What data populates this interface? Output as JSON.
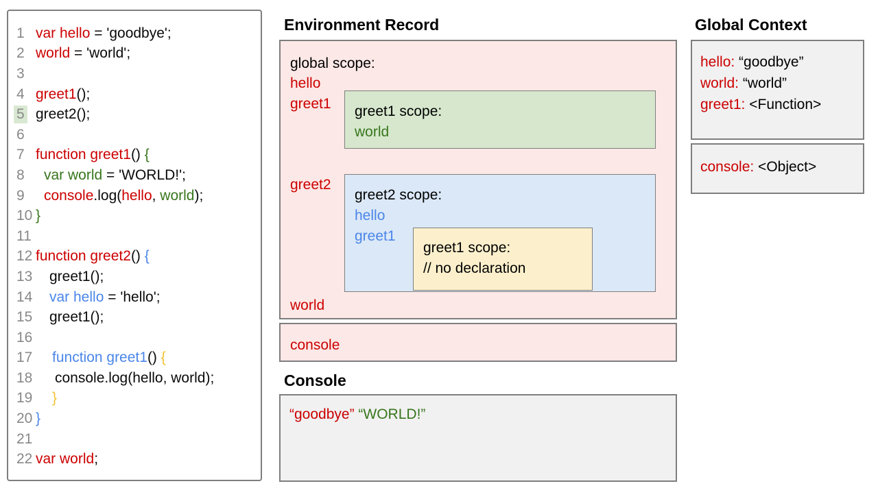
{
  "headings": {
    "environment_record": "Environment Record",
    "global_context": "Global Context",
    "console": "Console"
  },
  "code": {
    "lines": [
      {
        "n": "1",
        "indent": 0,
        "hl": false,
        "tokens": [
          {
            "t": "var hello",
            "c": "red"
          },
          {
            "t": " = 'goodbye';",
            "c": "black"
          }
        ]
      },
      {
        "n": "2",
        "indent": 0,
        "hl": false,
        "tokens": [
          {
            "t": "world",
            "c": "red"
          },
          {
            "t": " = 'world';",
            "c": "black"
          }
        ]
      },
      {
        "n": "3",
        "indent": 0,
        "hl": false,
        "tokens": []
      },
      {
        "n": "4",
        "indent": 0,
        "hl": false,
        "tokens": [
          {
            "t": "greet1",
            "c": "red"
          },
          {
            "t": "();",
            "c": "black"
          }
        ]
      },
      {
        "n": "5",
        "indent": 0,
        "hl": true,
        "tokens": [
          {
            "t": "greet2();",
            "c": "black"
          }
        ]
      },
      {
        "n": "6",
        "indent": 0,
        "hl": false,
        "tokens": []
      },
      {
        "n": "7",
        "indent": 0,
        "hl": false,
        "tokens": [
          {
            "t": "function greet1",
            "c": "red"
          },
          {
            "t": "() ",
            "c": "black"
          },
          {
            "t": "{",
            "c": "green"
          }
        ]
      },
      {
        "n": "8",
        "indent": 1.2,
        "hl": false,
        "tokens": [
          {
            "t": "var world",
            "c": "green"
          },
          {
            "t": " = 'WORLD!';",
            "c": "black"
          }
        ]
      },
      {
        "n": "9",
        "indent": 1.2,
        "hl": false,
        "tokens": [
          {
            "t": "console",
            "c": "red"
          },
          {
            "t": ".log(",
            "c": "black"
          },
          {
            "t": "hello",
            "c": "red"
          },
          {
            "t": ", ",
            "c": "black"
          },
          {
            "t": "world",
            "c": "green"
          },
          {
            "t": ");",
            "c": "black"
          }
        ]
      },
      {
        "n": "10",
        "indent": 0,
        "hl": false,
        "tokens": [
          {
            "t": "}",
            "c": "green"
          }
        ]
      },
      {
        "n": "11",
        "indent": 0,
        "hl": false,
        "tokens": []
      },
      {
        "n": "12",
        "indent": 0,
        "hl": false,
        "tokens": [
          {
            "t": "function greet2",
            "c": "red"
          },
          {
            "t": "() ",
            "c": "black"
          },
          {
            "t": "{",
            "c": "blue"
          }
        ]
      },
      {
        "n": "13",
        "indent": 2,
        "hl": false,
        "tokens": [
          {
            "t": "greet1();",
            "c": "black"
          }
        ]
      },
      {
        "n": "14",
        "indent": 2,
        "hl": false,
        "tokens": [
          {
            "t": "var hello",
            "c": "blue"
          },
          {
            "t": " = 'hello';",
            "c": "black"
          }
        ]
      },
      {
        "n": "15",
        "indent": 2,
        "hl": false,
        "tokens": [
          {
            "t": "greet1();",
            "c": "black"
          }
        ]
      },
      {
        "n": "16",
        "indent": 0,
        "hl": false,
        "tokens": []
      },
      {
        "n": "17",
        "indent": 2.4,
        "hl": false,
        "tokens": [
          {
            "t": "function greet1",
            "c": "blue"
          },
          {
            "t": "() ",
            "c": "black"
          },
          {
            "t": "{",
            "c": "gold"
          }
        ]
      },
      {
        "n": "18",
        "indent": 2.8,
        "hl": false,
        "tokens": [
          {
            "t": "console.log(hello, world);",
            "c": "black"
          }
        ]
      },
      {
        "n": "19",
        "indent": 2.4,
        "hl": false,
        "tokens": [
          {
            "t": "}",
            "c": "gold"
          }
        ]
      },
      {
        "n": "20",
        "indent": 0,
        "hl": false,
        "tokens": [
          {
            "t": "}",
            "c": "blue"
          }
        ]
      },
      {
        "n": "21",
        "indent": 0,
        "hl": false,
        "tokens": []
      },
      {
        "n": "22",
        "indent": 0,
        "hl": false,
        "tokens": [
          {
            "t": "var world",
            "c": "red"
          },
          {
            "t": ";",
            "c": "black"
          }
        ]
      }
    ]
  },
  "env": {
    "global": {
      "label": "global scope:",
      "row_hello": "hello",
      "row_greet1": "greet1",
      "row_greet2": "greet2",
      "row_world": "world"
    },
    "greet1_scope": {
      "label": "greet1 scope:",
      "row_world": "world"
    },
    "greet2_scope": {
      "label": "greet2 scope:",
      "row_hello": "hello",
      "row_greet1": "greet1"
    },
    "inner_greet1_scope": {
      "label": "greet1 scope:",
      "comment": "// no declaration"
    },
    "console_row": "console"
  },
  "global_context": {
    "rows": [
      {
        "name": "hello:",
        "value": " “goodbye”"
      },
      {
        "name": "world:",
        "value": " “world”"
      },
      {
        "name": "greet1:",
        "value": " <Function>"
      }
    ],
    "console_row": {
      "name": "console:",
      "value": " <Object>"
    }
  },
  "console_output": {
    "first": "“goodbye”",
    "sep": " ",
    "second": "“WORLD!”"
  },
  "colors": {
    "accent_red": "#cc0000",
    "accent_green": "#38761d",
    "accent_blue": "#4a86e8",
    "accent_gold": "#f1c232",
    "global_scope_bg": "#fce8e6",
    "greet1_scope_bg": "#d6e7cd",
    "greet2_scope_bg": "#dbe8f7",
    "inner_greet1_scope_bg": "#fcf0cc",
    "panel_gray_bg": "#f1f1f1",
    "line_highlight_bg": "#d9e8d2"
  }
}
